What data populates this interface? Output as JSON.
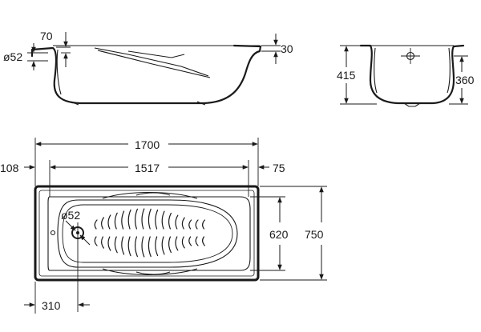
{
  "side_view": {
    "dim_rim_height": "70",
    "dim_drain_diameter": "ø52",
    "dim_rim_thickness": "30"
  },
  "end_view": {
    "dim_total_height": "415",
    "dim_basin_height": "360"
  },
  "plan_view": {
    "dim_total_length": "1700",
    "dim_inner_length": "1517",
    "dim_left_offset": "108",
    "dim_right_offset": "75",
    "dim_drain_diameter": "ø52",
    "dim_inner_width": "620",
    "dim_total_width": "750",
    "dim_drain_offset": "310"
  }
}
